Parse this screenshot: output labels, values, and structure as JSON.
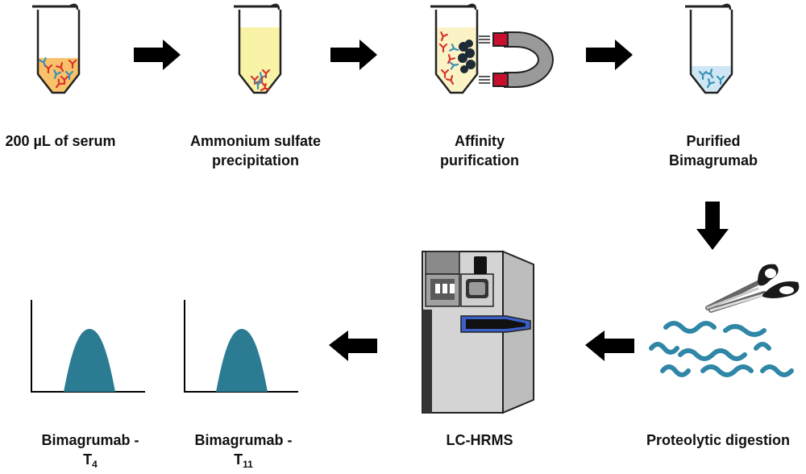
{
  "steps": {
    "serum": {
      "line1": "200 µL of serum"
    },
    "precipitation": {
      "line1": "Ammonium sulfate",
      "line2": "precipitation"
    },
    "affinity": {
      "line1": "Affinity",
      "line2": "purification"
    },
    "purified": {
      "line1": "Purified",
      "line2": "Bimagrumab"
    },
    "digestion": {
      "line1": "Proteolytic digestion"
    },
    "lchrms": {
      "line1": "LC-HRMS"
    },
    "peak_t11": {
      "line1": "Bimagrumab -",
      "line2_main": "T",
      "line2_sub": "11"
    },
    "peak_t4": {
      "line1": "Bimagrumab -",
      "line2_main": "T",
      "line2_sub": "4"
    }
  },
  "colors": {
    "serum": "#f9c26a",
    "precipitate": "#f9f3a8",
    "affinity_liquid": "#fbf3c6",
    "purified_liquid": "#cfe6f5",
    "antibody_red": "#d9342b",
    "antibody_blue": "#3a90b5",
    "peak": "#2b7c93",
    "peptide": "#2f86a6",
    "magnet_red": "#c8102e",
    "magnet_gray": "#9a9a9a"
  }
}
